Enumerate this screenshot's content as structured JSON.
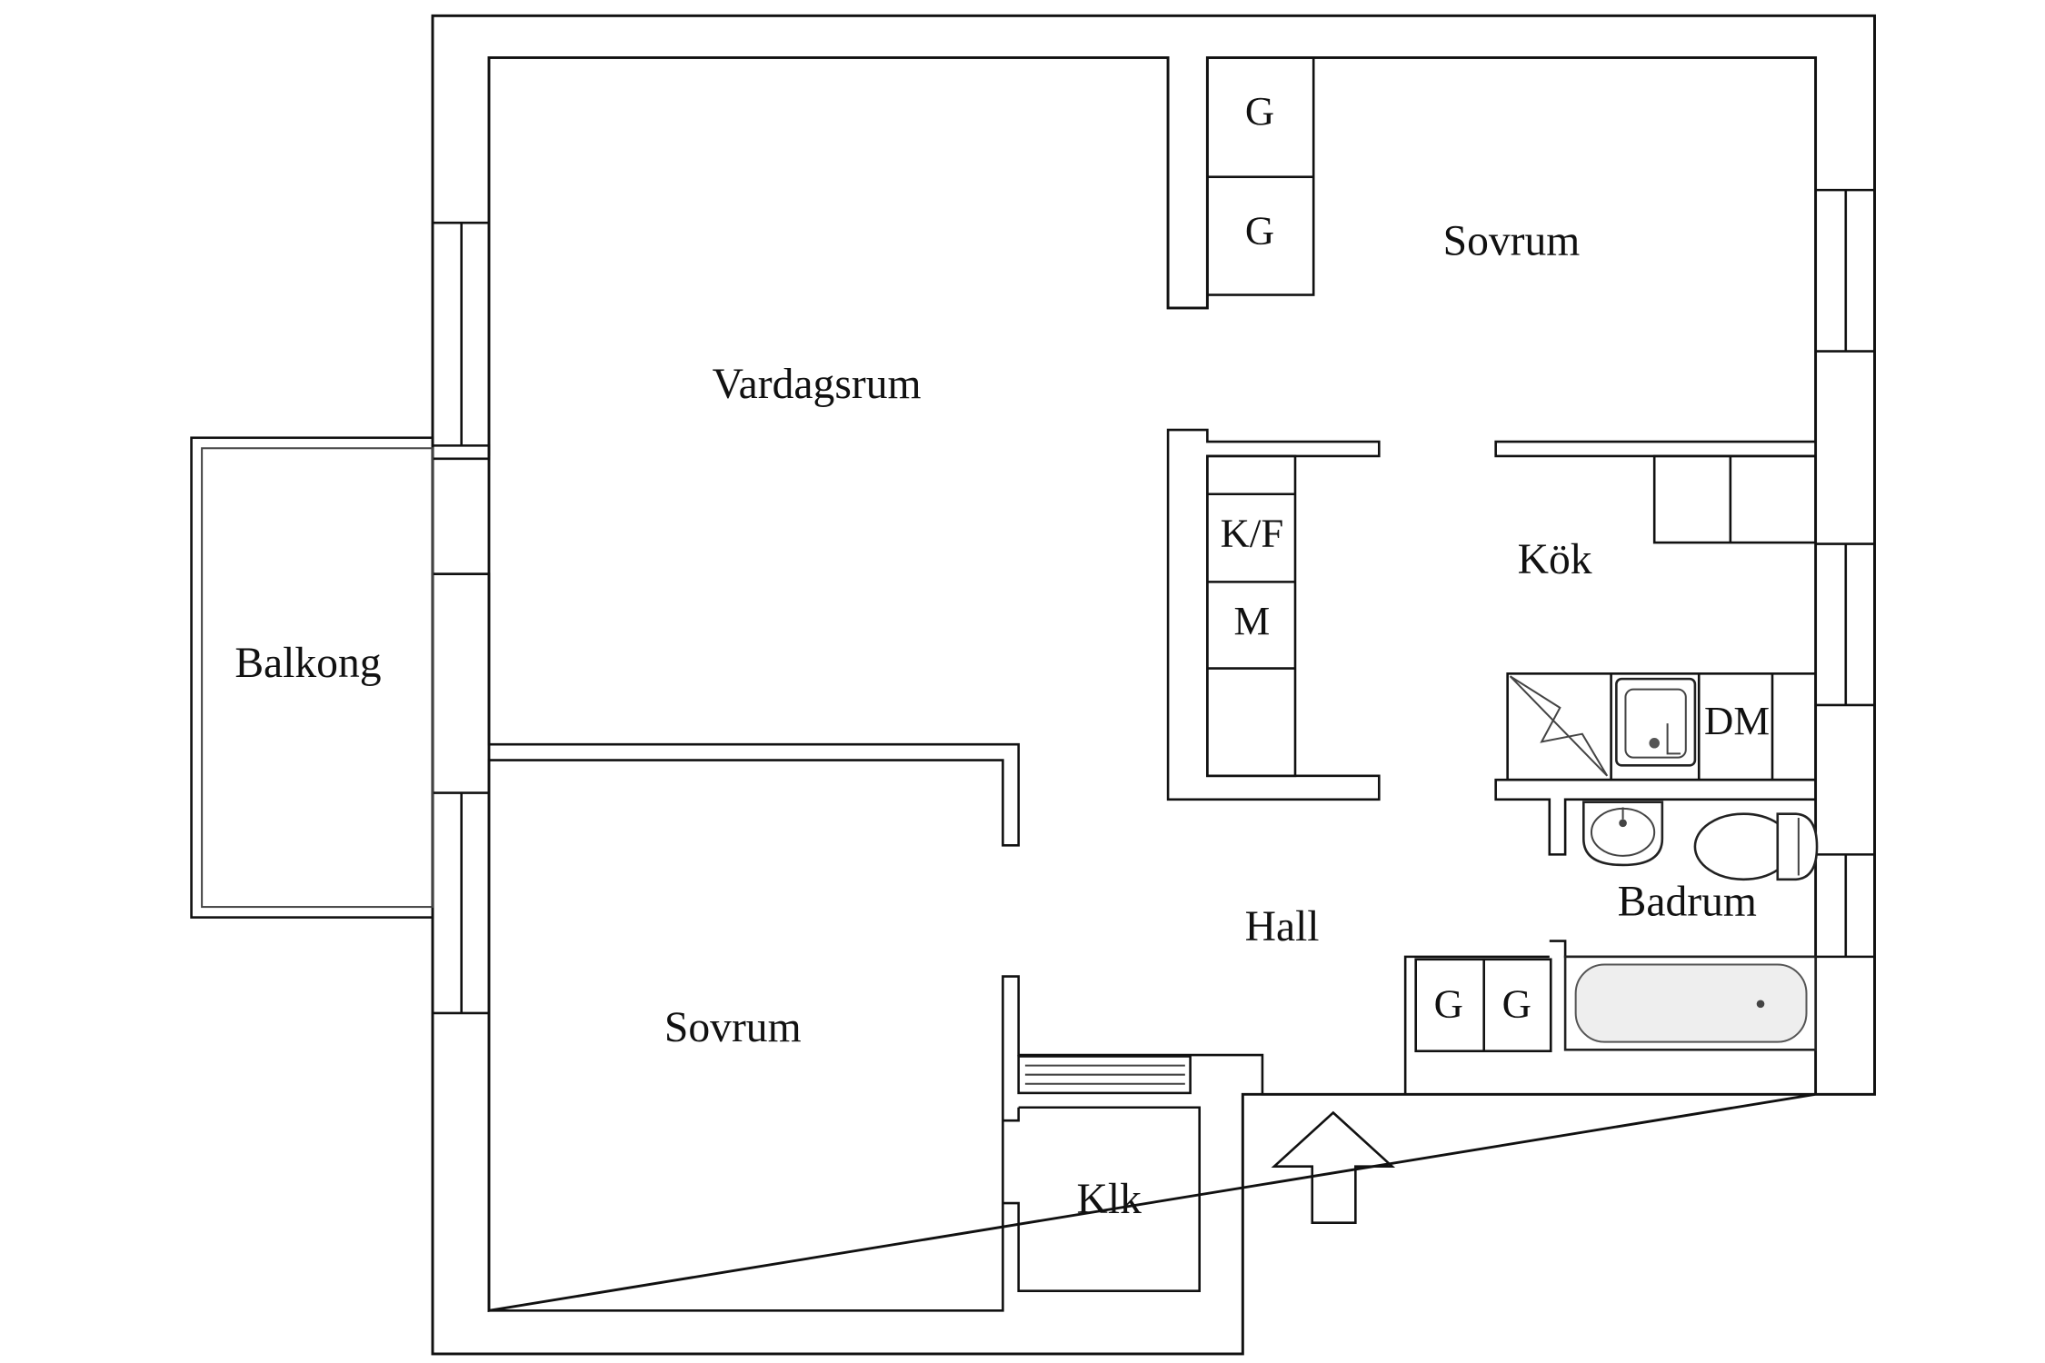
{
  "rooms": {
    "vardagsrum": "Vardagsrum",
    "sovrum_top": "Sovrum",
    "balkong": "Balkong",
    "kok": "Kök",
    "hall": "Hall",
    "badrum": "Badrum",
    "sovrum_bottom": "Sovrum",
    "klk": "Klk"
  },
  "fixtures": {
    "wardrobe_1": "G",
    "wardrobe_2": "G",
    "fridge_freezer": "K/F",
    "microwave": "M",
    "dishwasher": "DM",
    "bath_wardrobe_1": "G",
    "bath_wardrobe_2": "G"
  }
}
